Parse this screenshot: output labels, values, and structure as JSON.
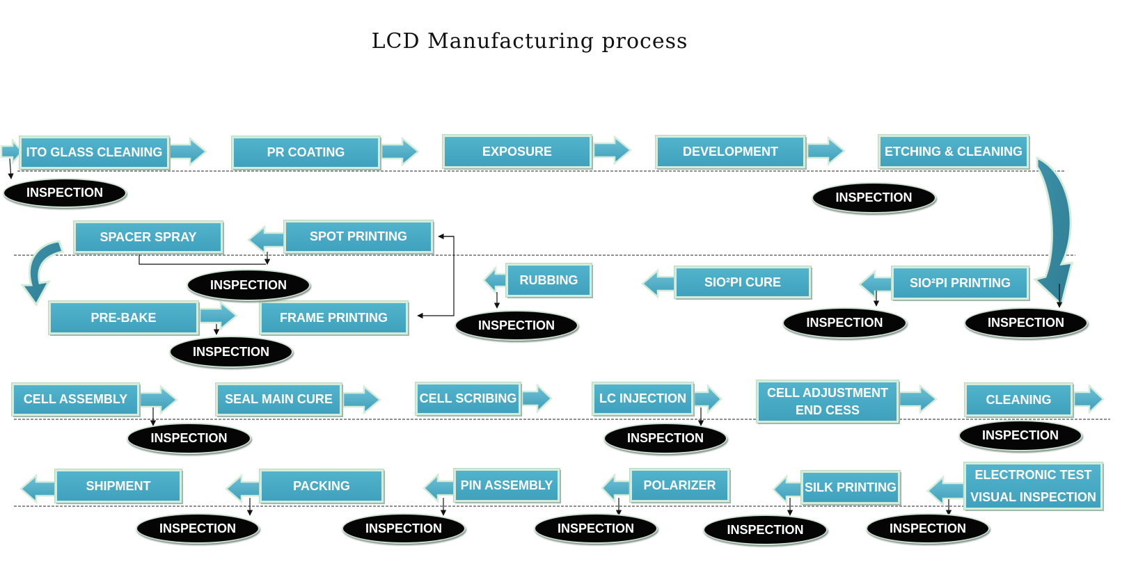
{
  "title": "LCD Manufacturing process",
  "steps": {
    "ito_glass_cleaning": "ITO GLASS CLEANING",
    "pr_coating": "PR COATING",
    "exposure": "EXPOSURE",
    "development": "DEVELOPMENT",
    "etching_cleaning": "ETCHING & CLEANING",
    "spacer_spray": "SPACER SPRAY",
    "spot_printing": "SPOT PRINTING",
    "rubbing": "RUBBING",
    "sio2pi_cure": "SIO²PI CURE",
    "sio2pi_printing": "SIO²PI PRINTING",
    "pre_bake": "PRE-BAKE",
    "frame_printing": "FRAME PRINTING",
    "cell_assembly": "CELL ASSEMBLY",
    "seal_main_cure": "SEAL MAIN CURE",
    "cell_scribing": "CELL SCRIBING",
    "lc_injection": "LC INJECTION",
    "cell_adjustment_line1": "CELL ADJUSTMENT",
    "cell_adjustment_line2": "END CESS",
    "cleaning": "CLEANING",
    "shipment": "SHIPMENT",
    "packing": "PACKING",
    "pin_assembly": "PIN ASSEMBLY",
    "polarizer": "POLARIZER",
    "silk_printing": "SILK PRINTING",
    "electronic_test_line1": "ELECTRONIC TEST",
    "electronic_test_line2": "VISUAL INSPECTION"
  },
  "inspection_label": "INSPECTION",
  "colors": {
    "step_fill": "#46a8c3",
    "step_border": "#d4ecd9",
    "arrow_fill": "#5ab8cf",
    "inspection_fill": "#050505",
    "line": "#111111"
  }
}
